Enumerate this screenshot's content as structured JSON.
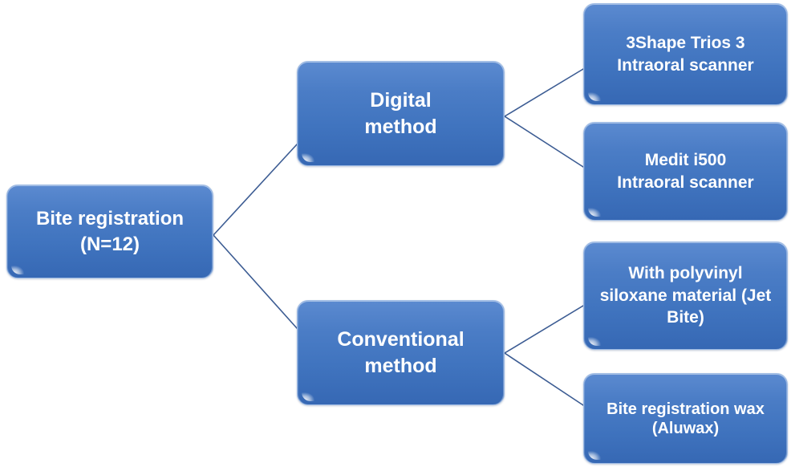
{
  "diagram": {
    "type": "flowchart",
    "title": "Bite registration study design flowchart",
    "orientation": "left-to-right",
    "palette": {
      "node_fill_top": "#5b8ad0",
      "node_fill_bottom": "#3668b4",
      "node_border": "#9ebbe4",
      "node_text": "#ffffff",
      "connector": "#3c5c93",
      "background": "#ffffff"
    },
    "nodes": [
      {
        "id": "root",
        "label": "Bite registration (N=12)",
        "lines": [
          "Bite registration",
          "(N=12)"
        ],
        "level": 0
      },
      {
        "id": "digital",
        "label": "Digital method",
        "lines": [
          "Digital",
          "method"
        ],
        "level": 1
      },
      {
        "id": "conventional",
        "label": "Conventional method",
        "lines": [
          "Conventional",
          "method"
        ],
        "level": 1
      },
      {
        "id": "trios",
        "label": "3Shape Trios 3 Intraoral scanner",
        "lines": [
          "3Shape Trios 3",
          "Intraoral scanner"
        ],
        "level": 2,
        "parent": "digital"
      },
      {
        "id": "medit",
        "label": "Medit i500 Intraoral scanner",
        "lines": [
          "Medit i500",
          "Intraoral scanner"
        ],
        "level": 2,
        "parent": "digital"
      },
      {
        "id": "pvs",
        "label": "With polyvinyl siloxane material (Jet Bite)",
        "lines": [
          "With polyvinyl",
          "siloxane material (Jet",
          "Bite)"
        ],
        "level": 2,
        "parent": "conventional"
      },
      {
        "id": "wax",
        "label": "Bite registration wax (Aluwax)",
        "lines": [
          "Bite registration wax",
          "(Aluwax)"
        ],
        "level": 2,
        "parent": "conventional"
      }
    ],
    "edges": [
      {
        "from": "root",
        "to": "digital"
      },
      {
        "from": "root",
        "to": "conventional"
      },
      {
        "from": "digital",
        "to": "trios"
      },
      {
        "from": "digital",
        "to": "medit"
      },
      {
        "from": "conventional",
        "to": "pvs"
      },
      {
        "from": "conventional",
        "to": "wax"
      }
    ]
  }
}
